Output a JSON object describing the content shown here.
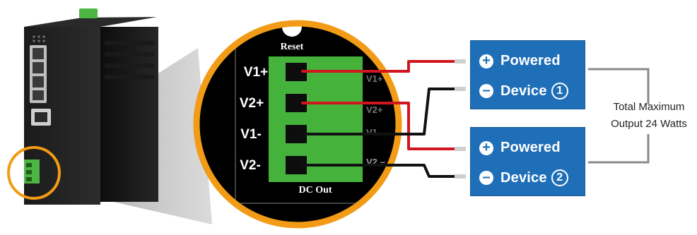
{
  "colors": {
    "accent_orange": "#f29b16",
    "terminal_green": "#45b23c",
    "device_blue": "#1f6fb8",
    "wire_red": "#d0161f",
    "wire_black": "#111111",
    "bracket_gray": "#8a8a8a"
  },
  "zoom": {
    "reset_label": "Reset",
    "dc_out_label": "DC Out",
    "pins": [
      "V1+",
      "V2+",
      "V1-",
      "V2-"
    ],
    "faint_labels": [
      "V1+",
      "V2+",
      "V1-",
      "V2 –"
    ]
  },
  "devices": [
    {
      "powered_label": "Powered",
      "device_label": "Device",
      "number": "1",
      "plus_symbol": "+",
      "minus_symbol": "–"
    },
    {
      "powered_label": "Powered",
      "device_label": "Device",
      "number": "2",
      "plus_symbol": "+",
      "minus_symbol": "–"
    }
  ],
  "total": {
    "line1": "Total Maximum",
    "line2": "Output 24 Watts"
  }
}
